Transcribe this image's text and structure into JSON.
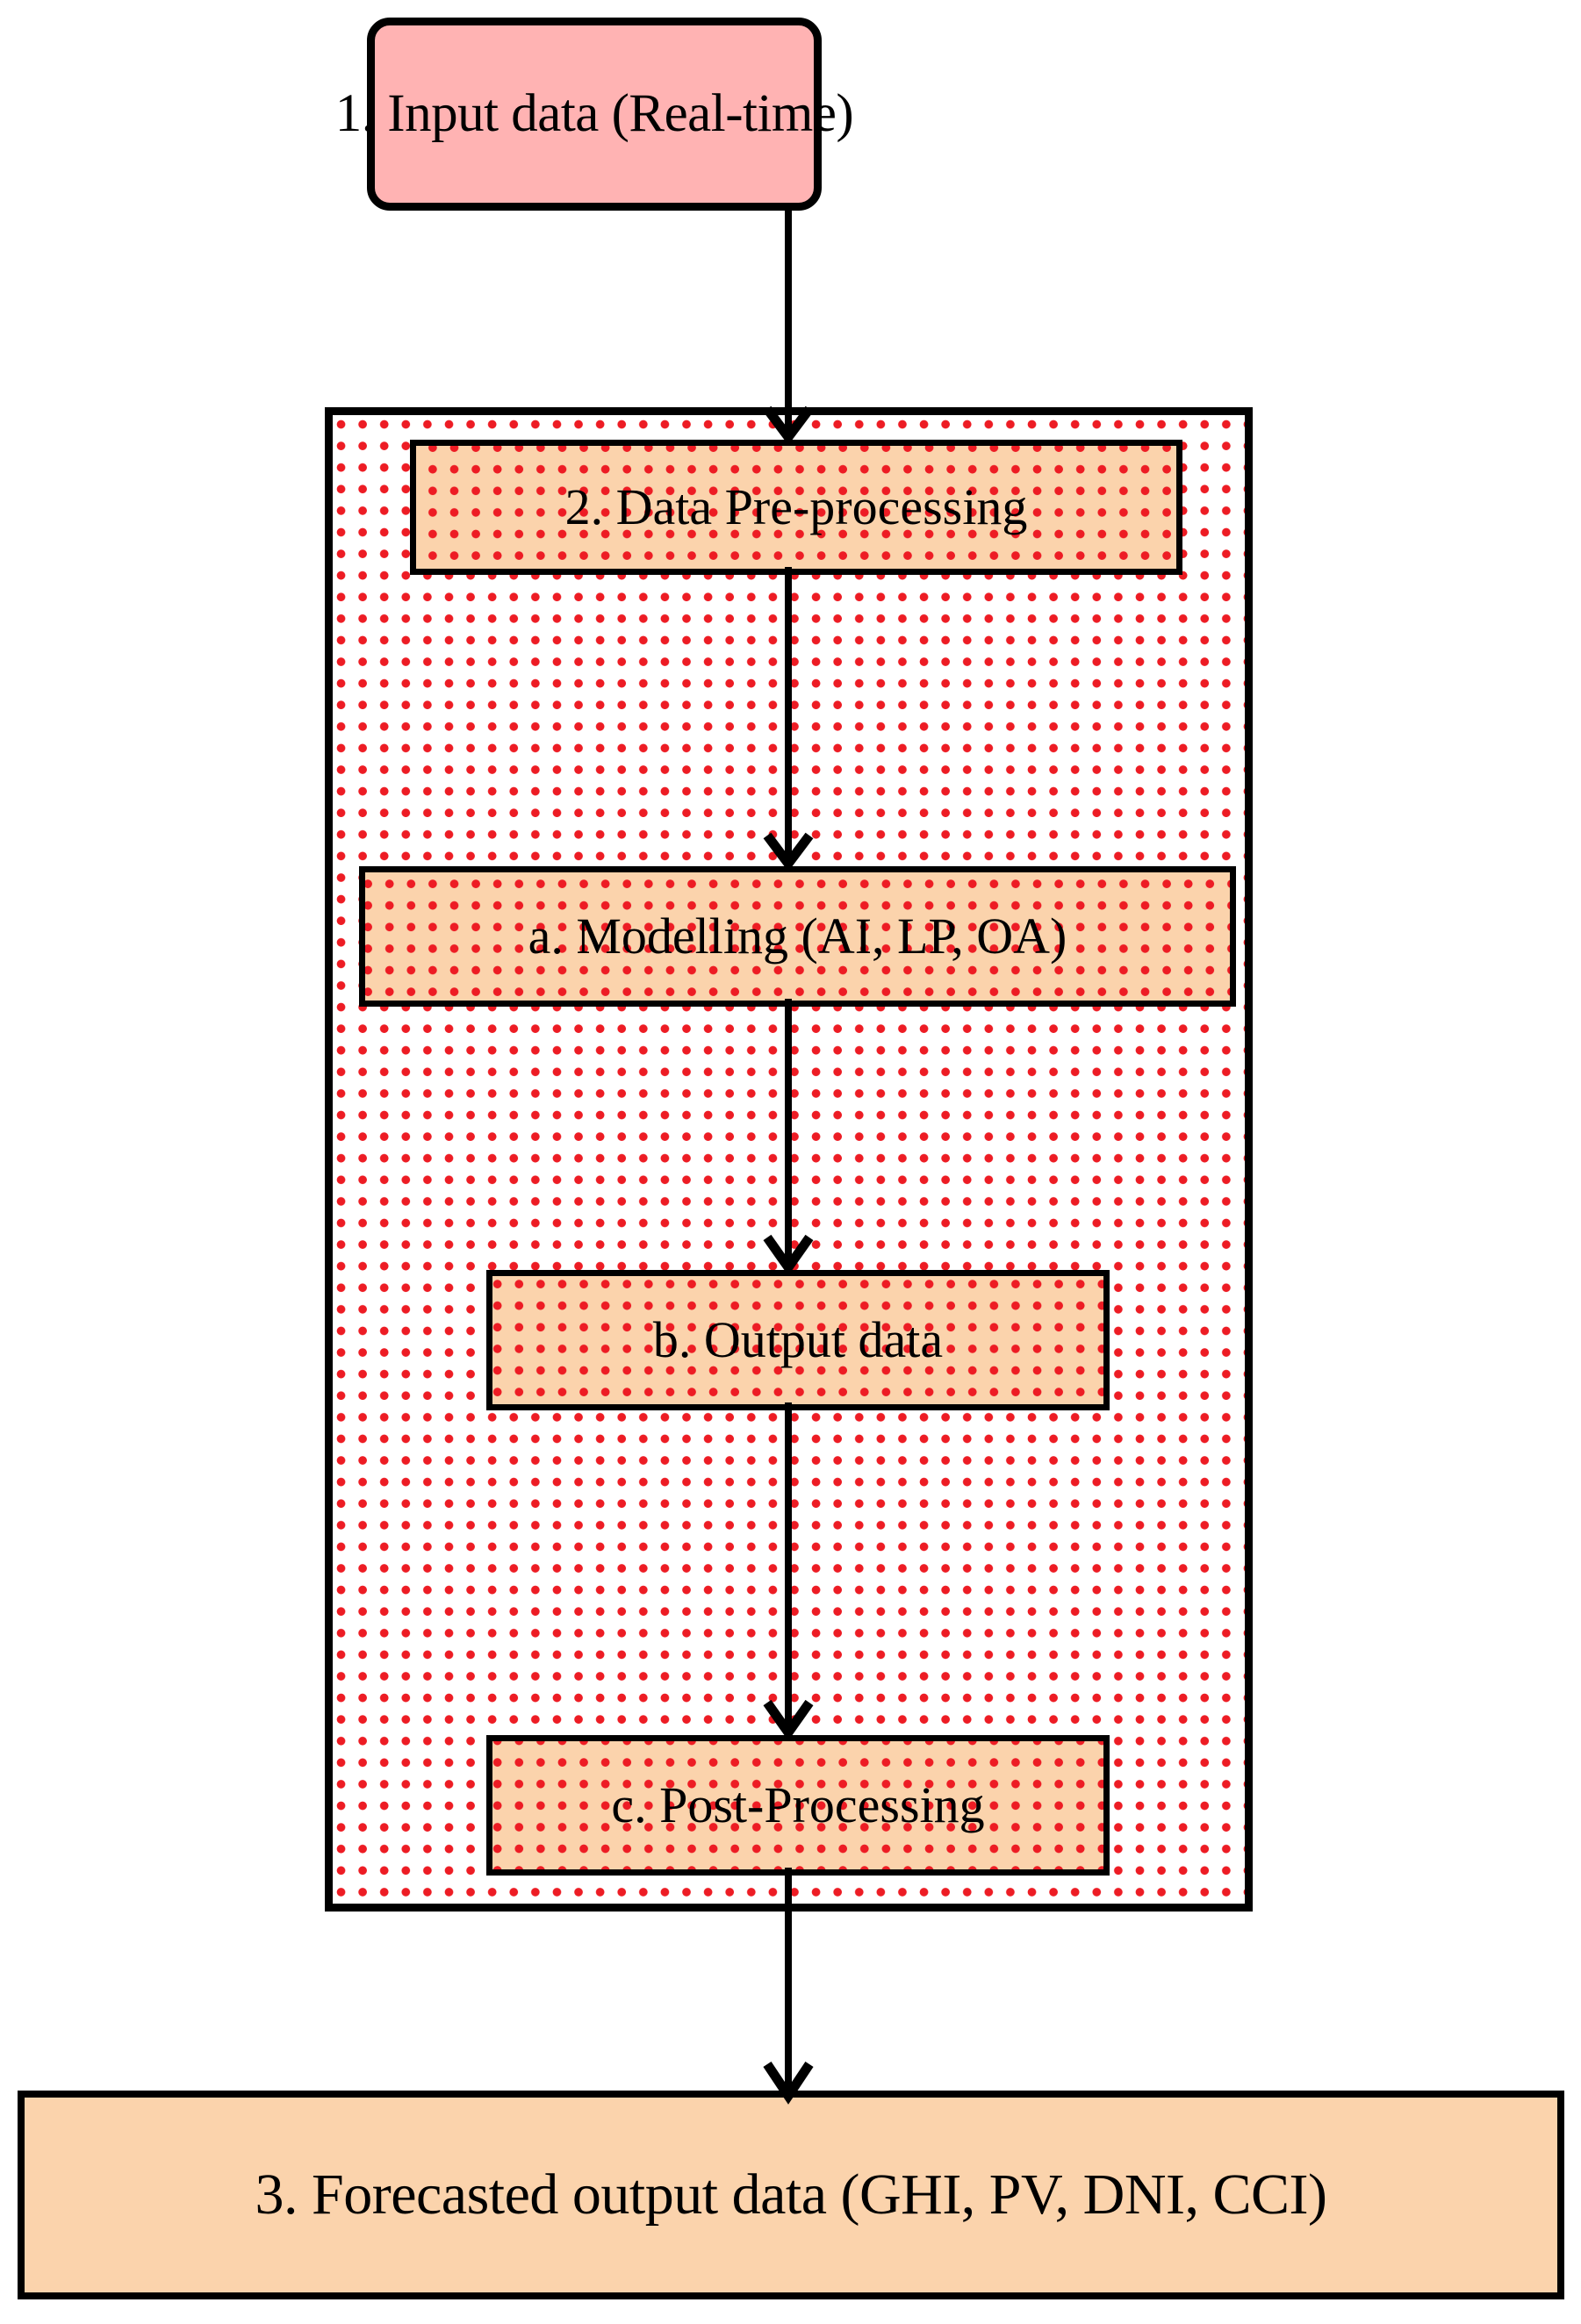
{
  "diagram": {
    "title": "Solar forecasting process flowchart",
    "orientation": "top-to-bottom",
    "colors": {
      "input_fill": "#FFB3B3",
      "process_fill": "#FBD3AC",
      "container_fill": "#FFFFFF",
      "dot_pattern": "#ED1C24",
      "stroke": "#000000"
    },
    "nodes": [
      {
        "id": "input",
        "label": "1. Input data (Real-time)",
        "shape": "rounded-rectangle",
        "fill": "#FFB3B3"
      },
      {
        "id": "preprocessing",
        "label": "2. Data Pre-processing",
        "shape": "rectangle",
        "fill": "#FBD3AC"
      },
      {
        "id": "modelling",
        "label": "a. Modelling (AI, LP, OA)",
        "shape": "rectangle",
        "fill": "#FBD3AC"
      },
      {
        "id": "output",
        "label": "b. Output data",
        "shape": "rectangle",
        "fill": "#FBD3AC"
      },
      {
        "id": "postprocessing",
        "label": "c. Post-Processing",
        "shape": "rectangle",
        "fill": "#FBD3AC"
      },
      {
        "id": "forecast",
        "label": "3. Forecasted output data (GHI, PV, DNI, CCI)",
        "shape": "rectangle",
        "fill": "#FBD3AC"
      }
    ],
    "edges": [
      {
        "from": "input",
        "to": "preprocessing",
        "style": "solid-arrow"
      },
      {
        "from": "preprocessing",
        "to": "modelling",
        "style": "solid-arrow"
      },
      {
        "from": "modelling",
        "to": "output",
        "style": "solid-arrow"
      },
      {
        "from": "output",
        "to": "postprocessing",
        "style": "solid-arrow"
      },
      {
        "from": "postprocessing",
        "to": "forecast",
        "style": "solid-arrow"
      }
    ]
  }
}
